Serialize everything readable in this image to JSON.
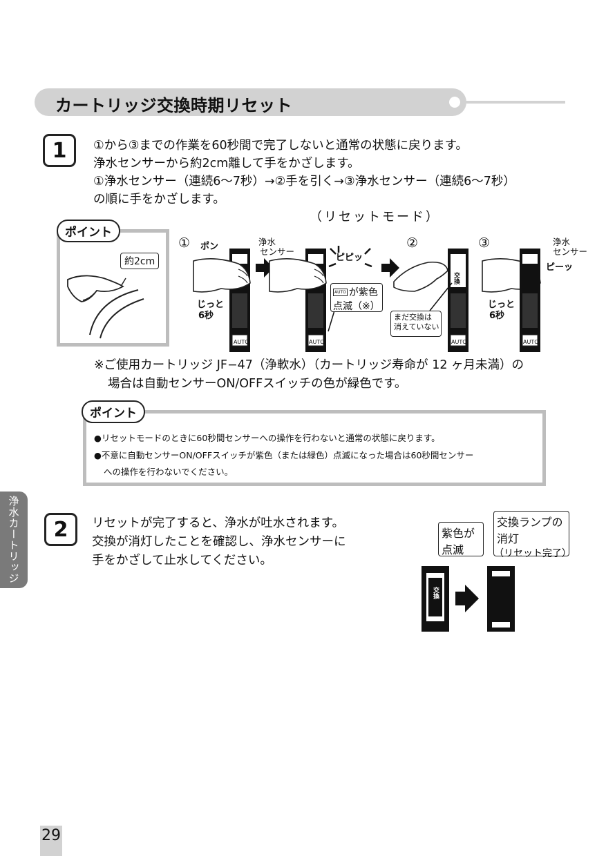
{
  "section": {
    "title": "カートリッジ交換時期リセット"
  },
  "step1": {
    "number": "1",
    "lines": [
      "①から③までの作業を60秒間で完了しないと通常の状態に戻ります。",
      "浄水センサーから約2cm離して手をかざします。",
      "①浄水センサー（連続6〜7秒）→②手を引く→③浄水センサー（連続6〜7秒）",
      "の順に手をかざします。"
    ],
    "reset_mode": "（リセットモード）"
  },
  "point1": {
    "label": "ポイント",
    "distance": "約2cm"
  },
  "illustration": {
    "step_marks": [
      "①",
      "②",
      "③"
    ],
    "pon": "ポン",
    "pipi": "ピピッ",
    "piitsu": "ピーッ",
    "sensor_label_1": "浄水",
    "sensor_label_2": "センサー",
    "jitto_1": "じっと",
    "jitto_2": "6秒",
    "auto": "AUTO",
    "purple_blink_1": "が紫色",
    "purple_blink_2": "点滅（※）",
    "not_off_1": "まだ交換は",
    "not_off_2": "消えていない",
    "kokan": "交換"
  },
  "note": {
    "line1": "※ご使用カートリッジ JF−47（浄軟水）（カートリッジ寿命が 12 ヶ月未満）の",
    "line2": "場合は自動センサーON/OFFスイッチの色が緑色です。"
  },
  "point2": {
    "label": "ポイント",
    "bullets": [
      "●リセットモードのときに60秒間センサーへの操作を行わないと通常の状態に戻ります。",
      "●不意に自動センサーON/OFFスイッチが紫色（または緑色）点滅になった場合は60秒間センサー",
      "への操作を行わないでください。"
    ]
  },
  "step2": {
    "number": "2",
    "lines": [
      "リセットが完了すると、浄水が吐水されます。",
      "交換が消灯したことを確認し、浄水センサーに",
      "手をかざして止水してください。"
    ],
    "callout_purple_1": "紫色が",
    "callout_purple_2": "点滅",
    "callout_lamp_1": "交換ランプの",
    "callout_lamp_2": "消灯",
    "callout_lamp_3": "（リセット完了）"
  },
  "side_tab": "浄水カートリッジ",
  "page_number": "29"
}
